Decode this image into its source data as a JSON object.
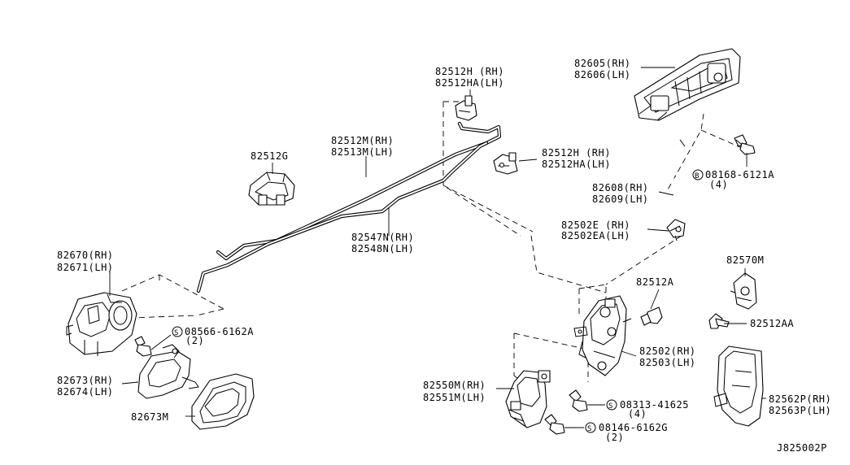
{
  "diagram_code": "J825002P",
  "labels": {
    "outer_handle": [
      "82605(RH)",
      "82606(LH)"
    ],
    "rod_clip_top": [
      "82512H (RH)",
      "82512HA(LH)"
    ],
    "rod_clip_mid": [
      "82512H (RH)",
      "82512HA(LH)"
    ],
    "rod_upper": [
      "82512M(RH)",
      "82513M(LH)"
    ],
    "clip_g": [
      "82512G"
    ],
    "rod_lower": [
      "82547N(RH)",
      "82548N(LH)"
    ],
    "inner_handle": [
      "82670(RH)",
      "82671(LH)"
    ],
    "bolt_08168": [
      "08168-6121A",
      "(4)"
    ],
    "rod_outer": [
      "82608(RH)",
      "82609(LH)"
    ],
    "clip_e": [
      "82502E (RH)",
      "82502EA(LH)"
    ],
    "screw_08566": [
      "08566-6162A",
      "(2)"
    ],
    "clip_a": [
      "82512A"
    ],
    "clip_570m": [
      "82570M"
    ],
    "clip_aa": [
      "82512AA"
    ],
    "door_lock": [
      "82502(RH)",
      "82503(LH)"
    ],
    "escutcheon": [
      "82673(RH)",
      "82674(LH)"
    ],
    "actuator": [
      "82550M(RH)",
      "82551M(LH)"
    ],
    "bolt_08313": [
      "08313-41625",
      "(4)"
    ],
    "bolt_08146": [
      "08146-6162G",
      "(2)"
    ],
    "cover_m": [
      "82673M"
    ],
    "protector": [
      "82562P(RH)",
      "82563P(LH)"
    ]
  },
  "symbols": {
    "bolt_08168": "B",
    "screw_08566": "S",
    "bolt_08313": "S",
    "bolt_08146": "S"
  }
}
